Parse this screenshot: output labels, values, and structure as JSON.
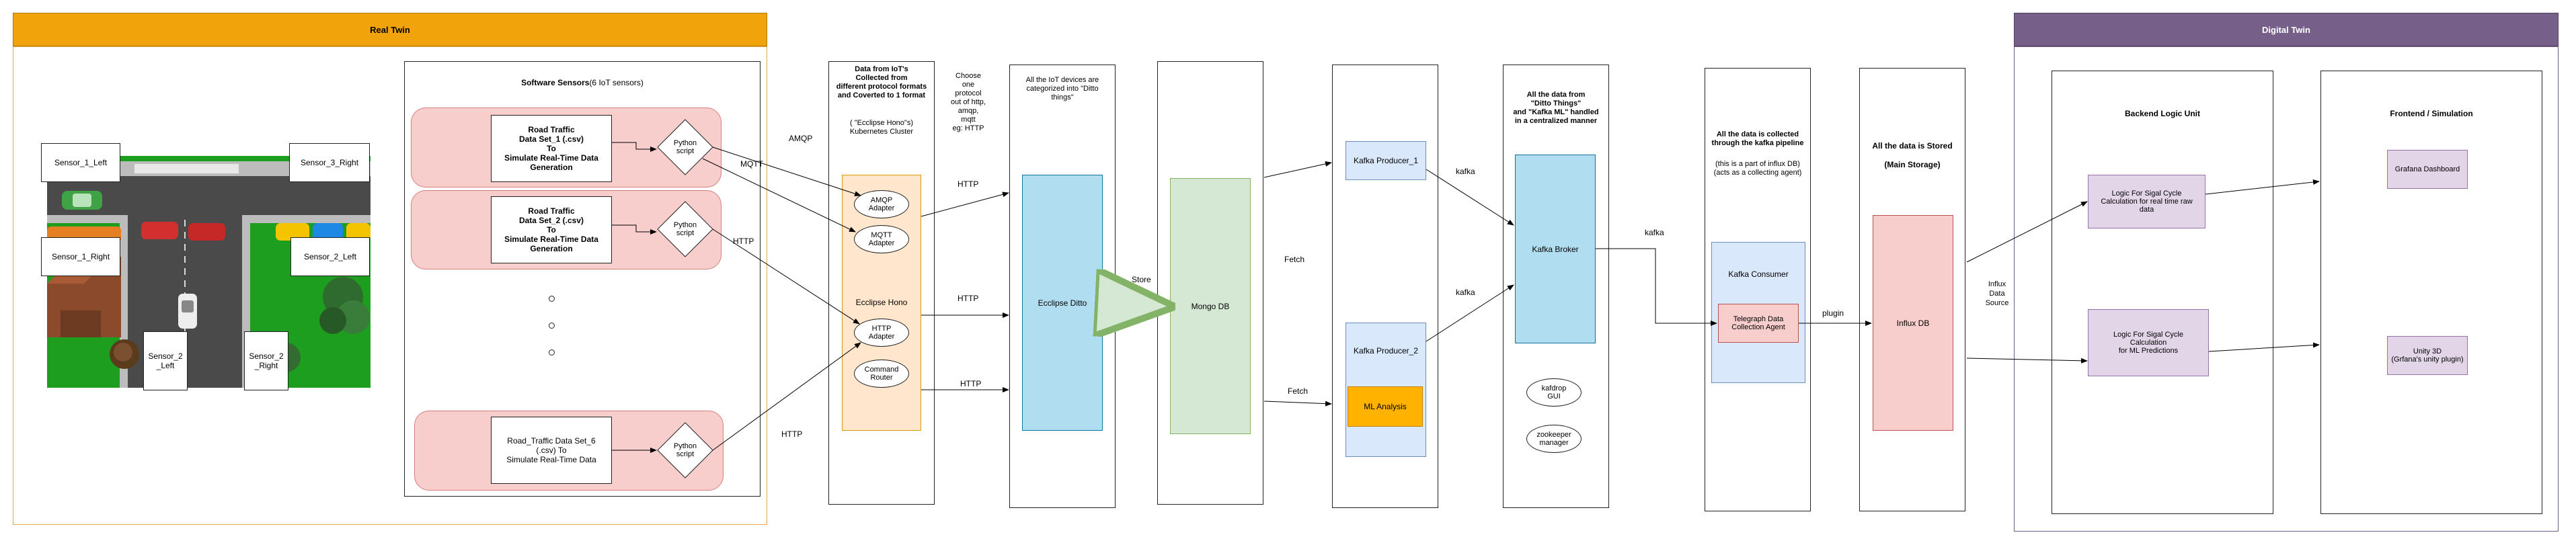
{
  "real_twin": {
    "title": "Real Twin"
  },
  "digital_twin": {
    "title": "Digital Twin"
  },
  "sensors": {
    "s1_left": "Sensor_1_Left",
    "s3_right": "Sensor_3_Right",
    "s1_right": "Sensor_1_Right",
    "s2_left_top": "Sensor_2_Left",
    "s2_left_bottom": "Sensor_2\n_Left",
    "s2_right_bottom": "Sensor_2\n_Right"
  },
  "software_sensors": {
    "title_bold": "Software Sensors",
    "title_rest": " (6 IoT sensors)",
    "data1": "Road Traffic\nData Set_1 (.csv)\nTo\nSimulate Real-Time Data\nGeneration",
    "data2": "Road Traffic\nData Set_2 (.csv)\nTo\nSimulate Real-Time Data\nGeneration",
    "data6": "Road_Traffic Data Set_6\n(.csv) To\nSimulate Real-Time Data",
    "python1": "Python\nscript",
    "python2": "Python\nscript",
    "python6": "Python\nscript"
  },
  "protocols": {
    "amqp": "AMQP",
    "mqtt": "MQTT",
    "http1": "HTTP",
    "http2": "HTTP"
  },
  "hono": {
    "title": "Data from IoT's\nCollected from\ndifferent protocol formats\nand Coverted to 1 format",
    "subtitle": "( \"Ecclipse Hono\"s)\nKubernetes Cluster",
    "amqp_adapter": "AMQP\nAdapter",
    "mqtt_adapter": "MQTT\nAdapter",
    "label": "Ecclipse Hono",
    "http_adapter": "HTTP\nAdapter",
    "command_router": "Command\nRouter"
  },
  "choose_note": "Choose\none\nprotocol\nout of http,\namqp,\nmqtt\neg: HTTP",
  "arrows": {
    "http_a": "HTTP",
    "http_b": "HTTP",
    "http_c": "HTTP",
    "store": "Store",
    "fetch1": "Fetch",
    "fetch2": "Fetch",
    "kafka1": "kafka",
    "kafka2": "kafka",
    "kafka3": "kafka",
    "plugin": "plugin",
    "influx_source": "Influx\nData\nSource"
  },
  "ditto": {
    "title": "All the IoT devices are\ncategorized into \"Ditto\nthings\"",
    "label": "Ecclipse Ditto"
  },
  "mongo": {
    "label": "Mongo DB"
  },
  "kafka": {
    "producer1": "Kafka Producer_1",
    "producer2": "Kafka Producer_2",
    "ml_analysis": "ML Analysis",
    "broker_title": "All the data from\n\"Ditto Things\"\nand \"Kafka ML\" handled\nin a centralized manner",
    "broker": "Kafka Broker",
    "kafdrop": "kafdrop\nGUI",
    "zookeeper": "zookeeper\nmanager"
  },
  "consumer": {
    "title": "All the data is collected\nthrough the kafka pipeline",
    "subtitle": "(this is a part of influx DB)\n(acts as a collecting agent)",
    "label": "Kafka Consumer",
    "telegraph": "Telegraph Data\nCollection Agent"
  },
  "influx": {
    "title": "All the data is Stored",
    "subtitle": "(Main Storage)",
    "label": "Influx DB"
  },
  "backend": {
    "title": "Backend Logic Unit",
    "logic1": "Logic For Sigal Cycle\nCalculation for real time raw\ndata",
    "logic2": "Logic For Sigal Cycle\nCalculation\nfor  ML Predictions"
  },
  "frontend": {
    "title": "Frontend / Simulation",
    "grafana": "Grafana Dashboard",
    "unity": "Unity 3D\n(Grfana's unity plugin)"
  },
  "colors": {
    "real_twin": "#f0a30a",
    "digital_twin": "#76608a",
    "pink": "#f8cecc",
    "blue": "#b1ddf0",
    "green": "#d5e8d4",
    "purple": "#e1d5e7",
    "amber": "#ffb300"
  }
}
